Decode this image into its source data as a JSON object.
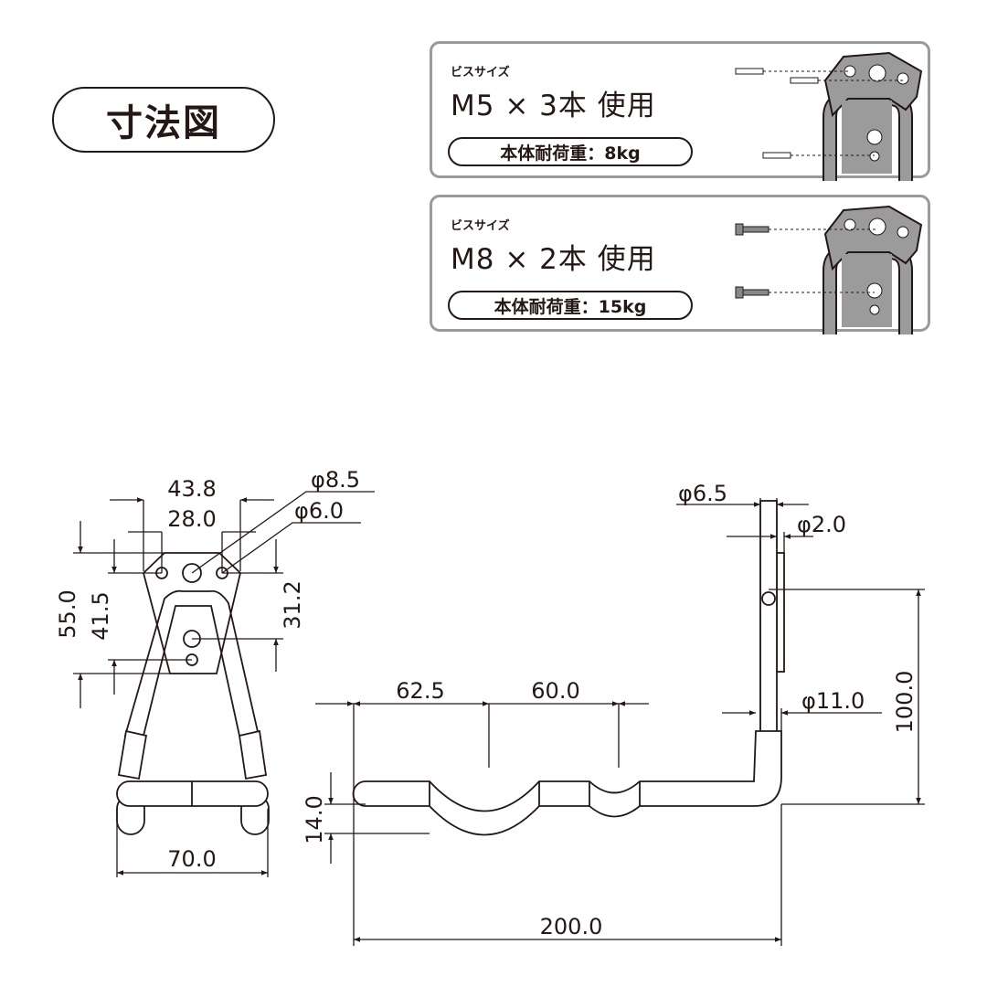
{
  "title": "寸法図",
  "spec_boxes": [
    {
      "screw_label": "ビスサイズ",
      "usage": "M5 × 3本 使用",
      "load": "本体耐荷重：8kg"
    },
    {
      "screw_label": "ビスサイズ",
      "usage": "M8 × 2本 使用",
      "load": "本体耐荷重：15kg"
    }
  ],
  "dimensions": {
    "front": {
      "width_outer": "43.8",
      "width_holes": "28.0",
      "height_plate": "55.0",
      "height_holes": "41.5",
      "hole_spacing": "31.2",
      "hole_large": "φ8.5",
      "hole_small": "φ6.0",
      "base_width": "70.0"
    },
    "side": {
      "rod_dia": "φ6.5",
      "plate_thk": "φ2.0",
      "tube_dia": "φ11.0",
      "height": "100.0",
      "offset1": "62.5",
      "offset2": "60.0",
      "dip": "14.0",
      "length": "200.0"
    }
  },
  "colors": {
    "line": "#231815",
    "box_border": "#9a9a9a",
    "plate_fill": "#9b9b9b"
  }
}
